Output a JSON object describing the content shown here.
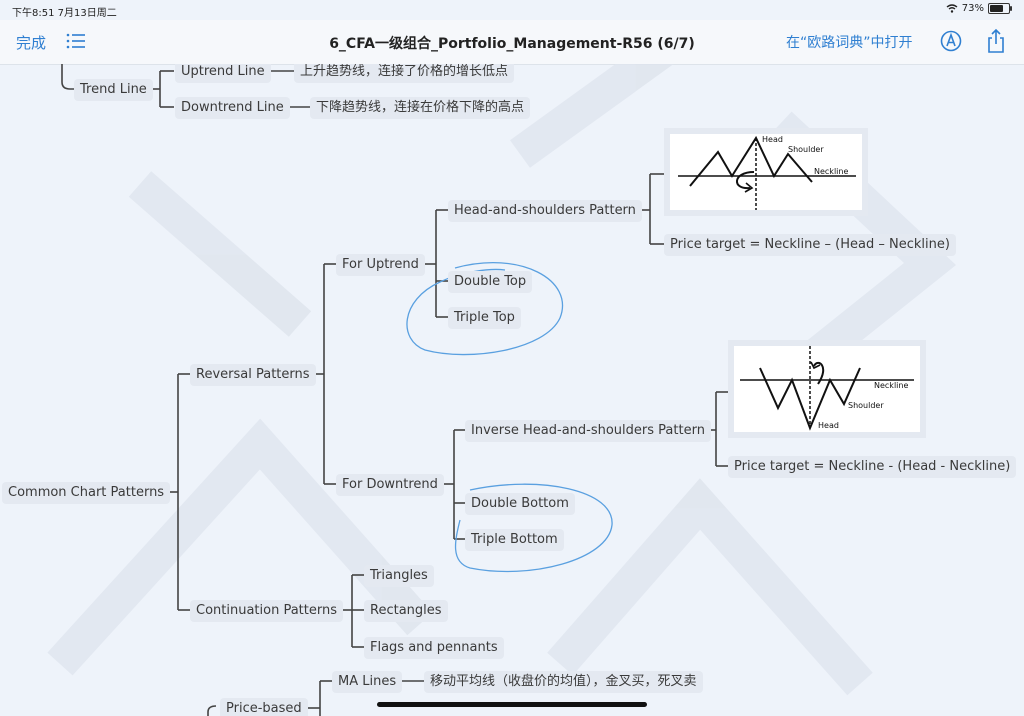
{
  "status": {
    "time": "下午8:51  7月13日周二",
    "battery": "73%",
    "battery_level": 0.73
  },
  "nav": {
    "done": "完成",
    "title": "6_CFA一级组合_Portfolio_Management-R56 (6/7)",
    "open_in": "在“欧路词典”中打开",
    "icons": [
      "list-icon",
      "markup-icon",
      "share-icon"
    ]
  },
  "mindmap": {
    "trend_line": "Trend Line",
    "uptrend_line": "Uptrend Line",
    "uptrend_note": "上升趋势线，连接了价格的增长低点",
    "downtrend_line": "Downtrend Line",
    "downtrend_note": "下降趋势线，连接在价格下降的高点",
    "root": "Common Chart Patterns",
    "reversal": "Reversal Patterns",
    "for_uptrend": "For Uptrend",
    "hs_pattern": "Head-and-shoulders Pattern",
    "hs_target": "Price target = Neckline – (Head – Neckline)",
    "double_top": "Double Top",
    "triple_top": "Triple Top",
    "for_downtrend": "For Downtrend",
    "ihs_pattern": "Inverse Head-and-shoulders Pattern",
    "ihs_target": "Price target = Neckline - (Head - Neckline)",
    "double_bottom": "Double Bottom",
    "triple_bottom": "Triple Bottom",
    "continuation": "Continuation Patterns",
    "triangles": "Triangles",
    "rectangles": "Rectangles",
    "flags": "Flags and pennants",
    "price_based": "Price-based",
    "ma_lines": "MA Lines",
    "ma_note": "移动平均线（收盘价的均值），金叉买，死叉卖",
    "hs_img": {
      "head": "Head",
      "shoulder": "Shoulder",
      "neckline": "Neckline"
    },
    "ihs_img": {
      "head": "Head",
      "shoulder": "Shoulder",
      "neckline": "Neckline"
    }
  },
  "colors": {
    "accent": "#2f7fd1",
    "background": "#eef3fa",
    "node_bg": "#e4e9f1",
    "link": "#444444",
    "annotation": "#5aa0e0"
  }
}
